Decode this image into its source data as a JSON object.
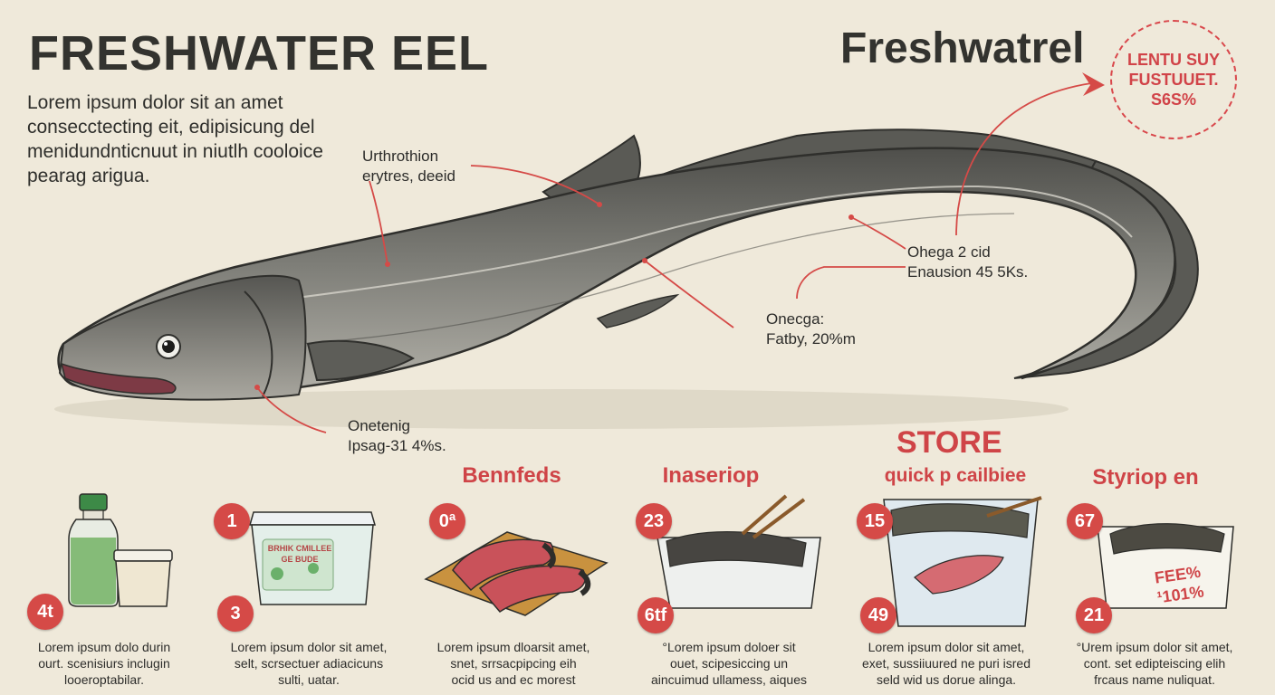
{
  "header": {
    "title": "FRESHWATER EEL",
    "intro": "Lorem ipsum dolor sit an amet\nconsecctecting eit, edipisicung del\nmenidundnticnuut in niutlh coolоice\npearag arigua.",
    "title2": "Freshwatrel"
  },
  "badge": {
    "line1": "LENTU SUY",
    "line2": "FUSTUUET.",
    "line3": "S6S%"
  },
  "callouts": {
    "top": "Urthrothion\nerytres, deeid",
    "omega_right": "Ohega 2 cid\nEnausion 45 5Ks.",
    "omega_mid": "Onecga:\nFatby, 20%m",
    "head": "Onetenig\nIpsag-31 4%s."
  },
  "sections": {
    "benefits": "Bennfeds",
    "inaseriop": "Inaseriop",
    "store": "STORE",
    "store_sub": "quick p cailbiee",
    "styriop": "Styriop  en"
  },
  "badges": [
    {
      "id": "a",
      "label": "4t"
    },
    {
      "id": "b",
      "label": "1"
    },
    {
      "id": "c",
      "label": "3"
    },
    {
      "id": "d",
      "label": "0ª"
    },
    {
      "id": "e",
      "label": "23"
    },
    {
      "id": "f",
      "label": "6tf"
    },
    {
      "id": "g",
      "label": "15"
    },
    {
      "id": "h",
      "label": "49"
    },
    {
      "id": "i",
      "label": "67"
    },
    {
      "id": "j",
      "label": "21"
    }
  ],
  "container_label": {
    "line1": "BRHIK CMILLEE",
    "line2": "GE BUDE"
  },
  "box_label": {
    "line1": "FEE%",
    "line2": "¹101%"
  },
  "captions": [
    "Lorem ipsum dolo durin\nourt. scenisiurs inclugin\nlooeroptabilar.",
    "Lorem ipsum dolor sit amet,\nselt, scrsectuer adiacicuns\nsulti, uatar.",
    "Lorem ipsum dloarsit amet,\nsnet, srrsacpipcing eih\nocid us and ec morest",
    "°Lorem ipsum doloer sit\nouet, scipesiccing un\naincuimud ullamess, aiques",
    "Lorem ipsum dolor sit amet,\nexet, sussiiuured ne puri isred\nseld wid us dorue alinga.",
    "°Urem ipsum dolor sit amet,\ncont. set edipteiscing elih\nfrcaus name nuliquat."
  ],
  "colors": {
    "accent": "#d54a47",
    "background": "#efe9da",
    "eel": "#6e6e69"
  }
}
